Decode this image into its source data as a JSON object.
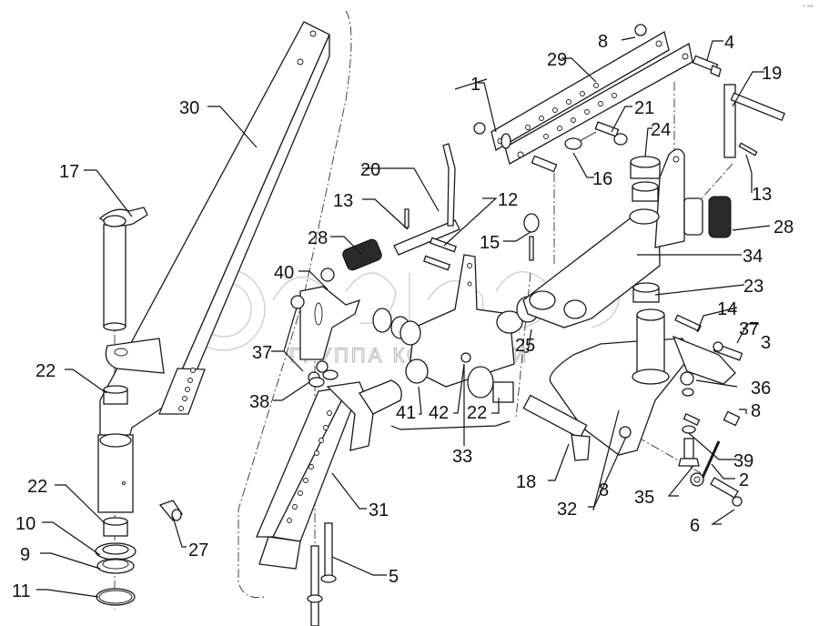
{
  "diagram": {
    "title": "Exploded parts diagram — hitch / drawbar assembly",
    "watermark": {
      "logo_text": "белагро",
      "caption": "ГРУППА КОМПАНИИ"
    },
    "corner_mark": "•ᐧ ∞∞",
    "callouts": [
      {
        "id": "c1",
        "number": "1"
      },
      {
        "id": "c2",
        "number": "2"
      },
      {
        "id": "c3",
        "number": "3"
      },
      {
        "id": "c4",
        "number": "4"
      },
      {
        "id": "c5",
        "number": "5"
      },
      {
        "id": "c6",
        "number": "6"
      },
      {
        "id": "c8a",
        "number": "8"
      },
      {
        "id": "c8b",
        "number": "8"
      },
      {
        "id": "c8c",
        "number": "8"
      },
      {
        "id": "c9",
        "number": "9"
      },
      {
        "id": "c10",
        "number": "10"
      },
      {
        "id": "c11",
        "number": "11"
      },
      {
        "id": "c12",
        "number": "12"
      },
      {
        "id": "c13a",
        "number": "13"
      },
      {
        "id": "c13b",
        "number": "13"
      },
      {
        "id": "c14",
        "number": "14"
      },
      {
        "id": "c15",
        "number": "15"
      },
      {
        "id": "c16",
        "number": "16"
      },
      {
        "id": "c17",
        "number": "17"
      },
      {
        "id": "c18",
        "number": "18"
      },
      {
        "id": "c19",
        "number": "19"
      },
      {
        "id": "c20",
        "number": "20"
      },
      {
        "id": "c21",
        "number": "21"
      },
      {
        "id": "c22a",
        "number": "22"
      },
      {
        "id": "c22b",
        "number": "22"
      },
      {
        "id": "c22c",
        "number": "22"
      },
      {
        "id": "c23",
        "number": "23"
      },
      {
        "id": "c24",
        "number": "24"
      },
      {
        "id": "c25",
        "number": "25"
      },
      {
        "id": "c27",
        "number": "27"
      },
      {
        "id": "c28a",
        "number": "28"
      },
      {
        "id": "c28b",
        "number": "28"
      },
      {
        "id": "c29",
        "number": "29"
      },
      {
        "id": "c30",
        "number": "30"
      },
      {
        "id": "c31",
        "number": "31"
      },
      {
        "id": "c32",
        "number": "32"
      },
      {
        "id": "c33",
        "number": "33"
      },
      {
        "id": "c34",
        "number": "34"
      },
      {
        "id": "c35",
        "number": "35"
      },
      {
        "id": "c36",
        "number": "36"
      },
      {
        "id": "c37a",
        "number": "37"
      },
      {
        "id": "c37b",
        "number": "37"
      },
      {
        "id": "c38",
        "number": "38"
      },
      {
        "id": "c39",
        "number": "39"
      },
      {
        "id": "c40",
        "number": "40"
      },
      {
        "id": "c41",
        "number": "41"
      },
      {
        "id": "c42",
        "number": "42"
      }
    ]
  }
}
